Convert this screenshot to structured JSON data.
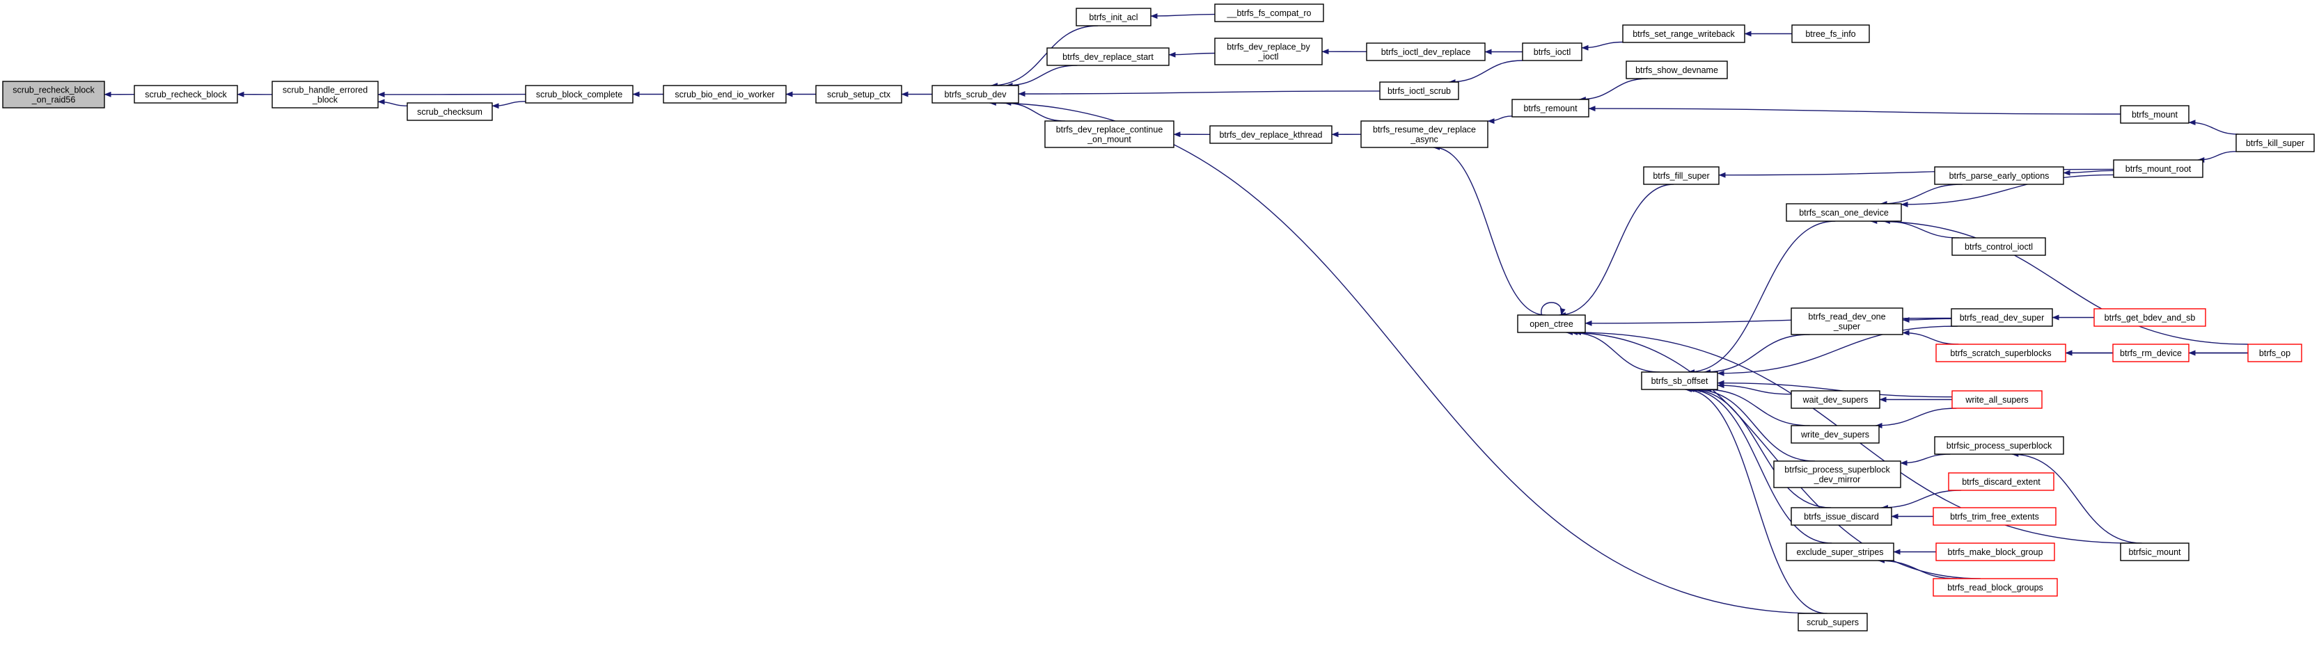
{
  "graph": {
    "edge_color": "#191970",
    "root_fill": "#bfbfbf",
    "truncated_border_color": "#ff0000",
    "nodes": [
      {
        "id": "n_raid56",
        "lines": [
          "scrub_recheck_block",
          "_on_raid56"
        ],
        "style": "root"
      },
      {
        "id": "n_recheck",
        "lines": [
          "scrub_recheck_block"
        ],
        "style": "normal"
      },
      {
        "id": "n_handle",
        "lines": [
          "scrub_handle_errored",
          "_block"
        ],
        "style": "normal"
      },
      {
        "id": "n_checksum",
        "lines": [
          "scrub_checksum"
        ],
        "style": "normal"
      },
      {
        "id": "n_bcomplete",
        "lines": [
          "scrub_block_complete"
        ],
        "style": "normal"
      },
      {
        "id": "n_bioend",
        "lines": [
          "scrub_bio_end_io_worker"
        ],
        "style": "normal"
      },
      {
        "id": "n_setup",
        "lines": [
          "scrub_setup_ctx"
        ],
        "style": "normal"
      },
      {
        "id": "n_scrubdev",
        "lines": [
          "btrfs_scrub_dev"
        ],
        "style": "normal"
      },
      {
        "id": "n_initacl",
        "lines": [
          "btrfs_init_acl"
        ],
        "style": "normal"
      },
      {
        "id": "n_compat",
        "lines": [
          "__btrfs_fs_compat_ro"
        ],
        "style": "normal"
      },
      {
        "id": "n_drstart",
        "lines": [
          "btrfs_dev_replace_start"
        ],
        "style": "normal"
      },
      {
        "id": "n_drbyioctl",
        "lines": [
          "btrfs_dev_replace_by",
          "_ioctl"
        ],
        "style": "normal"
      },
      {
        "id": "n_ioctldr",
        "lines": [
          "btrfs_ioctl_dev_replace"
        ],
        "style": "normal"
      },
      {
        "id": "n_ioctl",
        "lines": [
          "btrfs_ioctl"
        ],
        "style": "normal"
      },
      {
        "id": "n_setrange",
        "lines": [
          "btrfs_set_range_writeback"
        ],
        "style": "normal"
      },
      {
        "id": "n_btreefs",
        "lines": [
          "btree_fs_info"
        ],
        "style": "normal"
      },
      {
        "id": "n_ioctlscrub",
        "lines": [
          "btrfs_ioctl_scrub"
        ],
        "style": "normal"
      },
      {
        "id": "n_drcontinue",
        "lines": [
          "btrfs_dev_replace_continue",
          "_on_mount"
        ],
        "style": "normal"
      },
      {
        "id": "n_drkthread",
        "lines": [
          "btrfs_dev_replace_kthread"
        ],
        "style": "normal"
      },
      {
        "id": "n_resumedr",
        "lines": [
          "btrfs_resume_dev_replace",
          "_async"
        ],
        "style": "normal"
      },
      {
        "id": "n_remount",
        "lines": [
          "btrfs_remount"
        ],
        "style": "normal"
      },
      {
        "id": "n_showdev",
        "lines": [
          "btrfs_show_devname"
        ],
        "style": "normal"
      },
      {
        "id": "n_mount",
        "lines": [
          "btrfs_mount"
        ],
        "style": "normal"
      },
      {
        "id": "n_killsuper",
        "lines": [
          "btrfs_kill_super"
        ],
        "style": "normal"
      },
      {
        "id": "n_mountroot",
        "lines": [
          "btrfs_mount_root"
        ],
        "style": "normal"
      },
      {
        "id": "n_parseearly",
        "lines": [
          "btrfs_parse_early_options"
        ],
        "style": "normal"
      },
      {
        "id": "n_fillsuper",
        "lines": [
          "btrfs_fill_super"
        ],
        "style": "normal"
      },
      {
        "id": "n_scanone",
        "lines": [
          "btrfs_scan_one_device"
        ],
        "style": "normal"
      },
      {
        "id": "n_controlioctl",
        "lines": [
          "btrfs_control_ioctl"
        ],
        "style": "normal"
      },
      {
        "id": "n_openctree",
        "lines": [
          "open_ctree"
        ],
        "style": "normal"
      },
      {
        "id": "n_readdevsuper",
        "lines": [
          "btrfs_read_dev_super"
        ],
        "style": "normal"
      },
      {
        "id": "n_getbdev",
        "lines": [
          "btrfs_get_bdev_and_sb"
        ],
        "style": "truncated"
      },
      {
        "id": "n_readdevone",
        "lines": [
          "btrfs_read_dev_one",
          "_super"
        ],
        "style": "normal"
      },
      {
        "id": "n_scratch",
        "lines": [
          "btrfs_scratch_superblocks"
        ],
        "style": "truncated"
      },
      {
        "id": "n_rmdevice",
        "lines": [
          "btrfs_rm_device"
        ],
        "style": "truncated"
      },
      {
        "id": "n_btrfsop",
        "lines": [
          "btrfs_op"
        ],
        "style": "truncated"
      },
      {
        "id": "n_sboffset",
        "lines": [
          "btrfs_sb_offset"
        ],
        "style": "normal"
      },
      {
        "id": "n_waitdev",
        "lines": [
          "wait_dev_supers"
        ],
        "style": "normal"
      },
      {
        "id": "n_writeall",
        "lines": [
          "write_all_supers"
        ],
        "style": "truncated"
      },
      {
        "id": "n_writedev",
        "lines": [
          "write_dev_supers"
        ],
        "style": "normal"
      },
      {
        "id": "n_checkmirror",
        "lines": [
          "btrfsic_process_superblock",
          "_dev_mirror"
        ],
        "style": "normal"
      },
      {
        "id": "n_checkproc",
        "lines": [
          "btrfsic_process_superblock"
        ],
        "style": "normal"
      },
      {
        "id": "n_discardext",
        "lines": [
          "btrfs_discard_extent"
        ],
        "style": "truncated"
      },
      {
        "id": "n_issuediscard",
        "lines": [
          "btrfs_issue_discard"
        ],
        "style": "normal"
      },
      {
        "id": "n_trimfree",
        "lines": [
          "btrfs_trim_free_extents"
        ],
        "style": "truncated"
      },
      {
        "id": "n_checkmount",
        "lines": [
          "btrfsic_mount"
        ],
        "style": "normal"
      },
      {
        "id": "n_exclude",
        "lines": [
          "exclude_super_stripes"
        ],
        "style": "normal"
      },
      {
        "id": "n_makebg",
        "lines": [
          "btrfs_make_block_group"
        ],
        "style": "truncated"
      },
      {
        "id": "n_readbg",
        "lines": [
          "btrfs_read_block_groups"
        ],
        "style": "truncated"
      },
      {
        "id": "n_scrubsupers",
        "lines": [
          "scrub_supers"
        ],
        "style": "normal"
      }
    ],
    "edges": [
      [
        "n_recheck",
        "n_raid56"
      ],
      [
        "n_handle",
        "n_recheck"
      ],
      [
        "n_bcomplete",
        "n_handle"
      ],
      [
        "n_checksum",
        "n_handle"
      ],
      [
        "n_bcomplete",
        "n_checksum"
      ],
      [
        "n_bioend",
        "n_bcomplete"
      ],
      [
        "n_setup",
        "n_bioend"
      ],
      [
        "n_scrubdev",
        "n_setup"
      ],
      [
        "n_initacl",
        "n_scrubdev"
      ],
      [
        "n_compat",
        "n_initacl"
      ],
      [
        "n_drstart",
        "n_scrubdev"
      ],
      [
        "n_drbyioctl",
        "n_drstart"
      ],
      [
        "n_ioctldr",
        "n_drbyioctl"
      ],
      [
        "n_ioctl",
        "n_ioctldr"
      ],
      [
        "n_setrange",
        "n_ioctl"
      ],
      [
        "n_btreefs",
        "n_setrange"
      ],
      [
        "n_ioctlscrub",
        "n_scrubdev"
      ],
      [
        "n_ioctl",
        "n_ioctlscrub"
      ],
      [
        "n_drcontinue",
        "n_scrubdev"
      ],
      [
        "n_drkthread",
        "n_drcontinue"
      ],
      [
        "n_resumedr",
        "n_drkthread"
      ],
      [
        "n_remount",
        "n_resumedr"
      ],
      [
        "n_showdev",
        "n_remount"
      ],
      [
        "n_mount",
        "n_remount"
      ],
      [
        "n_killsuper",
        "n_mount"
      ],
      [
        "n_openctree",
        "n_resumedr"
      ],
      [
        "n_openctree",
        "n_openctree"
      ],
      [
        "n_fillsuper",
        "n_openctree"
      ],
      [
        "n_mountroot",
        "n_fillsuper"
      ],
      [
        "n_killsuper",
        "n_mountroot"
      ],
      [
        "n_parseearly",
        "n_scanone"
      ],
      [
        "n_mountroot",
        "n_parseearly"
      ],
      [
        "n_mountroot",
        "n_scanone"
      ],
      [
        "n_controlioctl",
        "n_scanone"
      ],
      [
        "n_btrfsop",
        "n_scanone"
      ],
      [
        "n_readdevsuper",
        "n_openctree"
      ],
      [
        "n_getbdev",
        "n_readdevsuper"
      ],
      [
        "n_sboffset",
        "n_openctree"
      ],
      [
        "n_scanone",
        "n_sboffset"
      ],
      [
        "n_readdevsuper",
        "n_sboffset"
      ],
      [
        "n_readdevone",
        "n_sboffset"
      ],
      [
        "n_readdevsuper",
        "n_readdevone"
      ],
      [
        "n_scratch",
        "n_readdevone"
      ],
      [
        "n_rmdevice",
        "n_scratch"
      ],
      [
        "n_btrfsop",
        "n_scratch"
      ],
      [
        "n_btrfsop",
        "n_rmdevice"
      ],
      [
        "n_waitdev",
        "n_sboffset"
      ],
      [
        "n_writeall",
        "n_waitdev"
      ],
      [
        "n_writedev",
        "n_sboffset"
      ],
      [
        "n_writeall",
        "n_writedev"
      ],
      [
        "n_writeall",
        "n_sboffset"
      ],
      [
        "n_checkmirror",
        "n_sboffset"
      ],
      [
        "n_checkproc",
        "n_checkmirror"
      ],
      [
        "n_checkmount",
        "n_checkproc"
      ],
      [
        "n_issuediscard",
        "n_sboffset"
      ],
      [
        "n_discardext",
        "n_issuediscard"
      ],
      [
        "n_trimfree",
        "n_issuediscard"
      ],
      [
        "n_exclude",
        "n_sboffset"
      ],
      [
        "n_makebg",
        "n_exclude"
      ],
      [
        "n_readbg",
        "n_exclude"
      ],
      [
        "n_readbg",
        "n_openctree"
      ],
      [
        "n_scrubsupers",
        "n_sboffset"
      ],
      [
        "n_scrubsupers",
        "n_scrubdev"
      ],
      [
        "n_checkmount",
        "n_openctree"
      ]
    ]
  }
}
